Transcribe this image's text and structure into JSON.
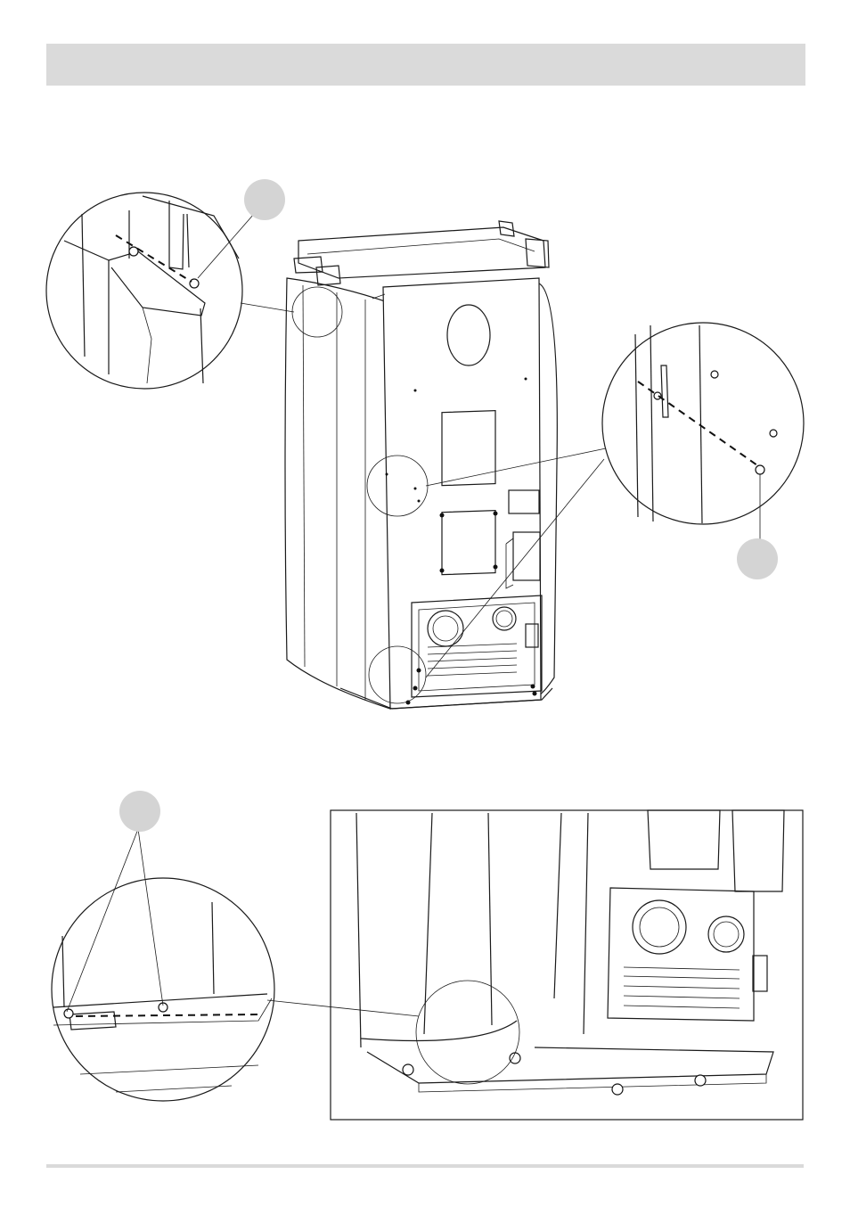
{
  "header": {
    "title": ""
  },
  "callouts": [
    {
      "id": "top-left",
      "label": ""
    },
    {
      "id": "right",
      "label": ""
    },
    {
      "id": "bottom-left",
      "label": ""
    }
  ],
  "colors": {
    "header_bar": "#dadada",
    "callout_fill": "#d4d4d4",
    "line": "#1a1a1a"
  }
}
